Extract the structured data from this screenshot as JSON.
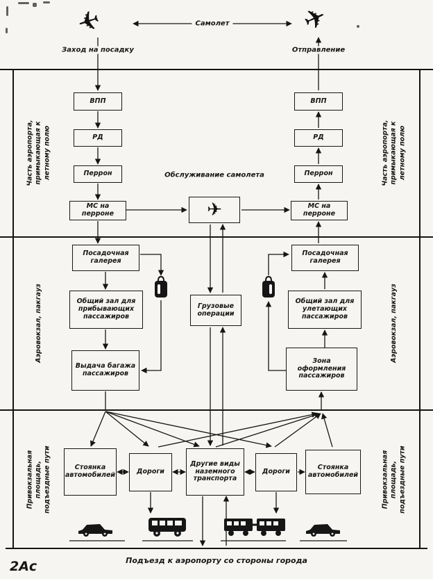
{
  "page_mark": "2Ас",
  "top": {
    "plane_label": "Самолет",
    "approach_label": "Заход на посадку",
    "departure_label": "Отправление"
  },
  "side_labels": {
    "airfield_left": "Часть аэропорта, примыкающая к летному полю",
    "airfield_right": "Часть аэропорта, примыкающая к летному полю",
    "terminal_left": "Аэровокзал, пакгауз",
    "terminal_right": "Аэровокзал, пакгауз",
    "forecourt_left": "Привокзальная площадь, подъездные пути",
    "forecourt_right": "Привокзальная площадь, подъездные пути"
  },
  "arrival_flow": {
    "runway": "ВПП",
    "taxiway": "РД",
    "apron": "Перрон",
    "stand": "МС на перроне",
    "gallery": "Посадочная галерея",
    "hall": "Общий зал для прибывающих пассажиров",
    "baggage_claim": "Выдача багажа пассажиров"
  },
  "departure_flow": {
    "runway": "ВПП",
    "taxiway": "РД",
    "apron": "Перрон",
    "stand": "МС на перроне",
    "gallery": "Посадочная галерея",
    "hall": "Общий зал для улетающих пассажиров",
    "checkin": "Зона оформления пассажиров"
  },
  "center": {
    "service_label": "Обслуживание самолета",
    "cargo": "Грузовые операции"
  },
  "ground_row": {
    "parking_left": "Стоянка автомобилей",
    "roads_left": "Дороги",
    "other_transport": "Другие виды наземного транспорта",
    "roads_right": "Дороги",
    "parking_right": "Стоянка автомобилей"
  },
  "bottom_caption": "Подъезд к аэропорту со стороны города",
  "icons": {
    "aircraft_glyph": "✈"
  },
  "colors": {
    "ink": "#161616",
    "paper": "#f6f5f1"
  }
}
